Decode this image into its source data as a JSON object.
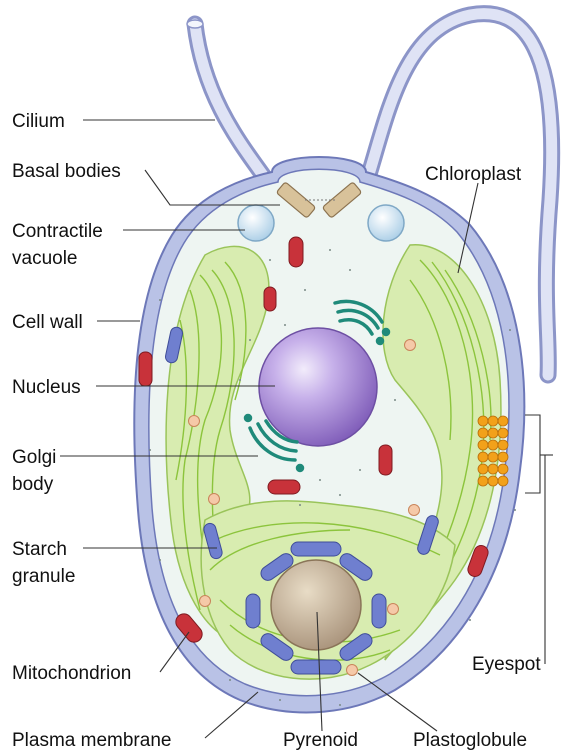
{
  "labels": {
    "cilium": "Cilium",
    "basal_bodies": "Basal bodies",
    "contractile_vacuole_1": "Contractile",
    "contractile_vacuole_2": "vacuole",
    "cell_wall": "Cell wall",
    "nucleus": "Nucleus",
    "golgi_1": "Golgi",
    "golgi_2": "body",
    "starch_1": "Starch",
    "starch_2": "granule",
    "mitochondrion": "Mitochondrion",
    "plasma_membrane": "Plasma membrane",
    "pyrenoid": "Pyrenoid",
    "plastoglobule": "Plastoglobule",
    "chloroplast": "Chloroplast",
    "eyespot": "Eyespot"
  },
  "colors": {
    "cell_wall": "#b9c2e6",
    "plasma_membrane": "#6d78b8",
    "cytoplasm": "#eef5f2",
    "chloroplast": "#d8ecb0",
    "thylakoid": "#8cc43c",
    "nucleus": "#a98bd6",
    "golgi": "#1f8a7a",
    "mitochondrion": "#c8323a",
    "starch": "#6f7fcf",
    "pyrenoid": "#c9b79a",
    "eyespot": "#f2a11a",
    "vacuole": "#cfe6f6",
    "plastoglobule": "#f5c9a8"
  }
}
